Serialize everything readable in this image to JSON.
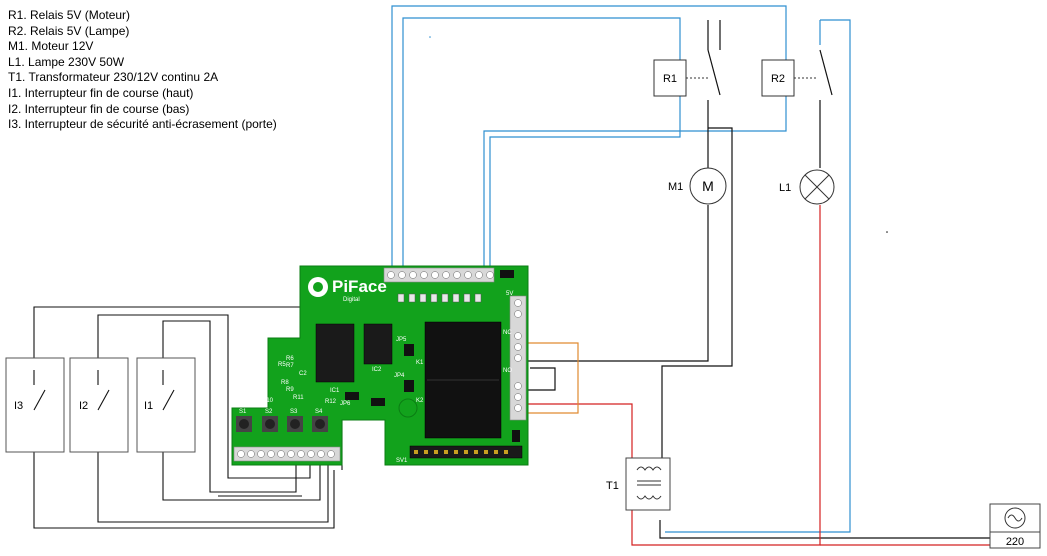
{
  "legend": [
    "R1. Relais 5V (Moteur)",
    "R2. Relais 5V (Lampe)",
    "M1. Moteur 12V",
    "L1. Lampe 230V 50W",
    "T1. Transformateur 230/12V continu 2A",
    "I1. Interrupteur fin de course (haut)",
    "I2. Interrupteur fin de course (bas)",
    "I3. Interrupteur de sécurité anti-écrasement (porte)"
  ],
  "labels": {
    "r1": "R1",
    "r2": "R2",
    "m1": "M1",
    "m_symbol": "M",
    "l1": "L1",
    "t1": "T1",
    "i1": "I1",
    "i2": "I2",
    "i3": "I3",
    "supply": "220"
  },
  "board": {
    "brand": "PiFace",
    "sub": "Digital",
    "s_labels": [
      "S1",
      "S2",
      "S3",
      "S4"
    ],
    "ic_labels": [
      "IC1",
      "IC2"
    ],
    "silk": [
      "R5",
      "R6",
      "R7",
      "R8",
      "R9",
      "R10",
      "R11",
      "R12",
      "C2",
      "SV1",
      "JP4",
      "JP5",
      "JP6",
      "K1",
      "K2",
      "NO",
      "NC",
      "5V"
    ]
  },
  "colors": {
    "board": "#12a21c",
    "board_dark": "#0b7d13",
    "wire_blue": "#2f8fd0",
    "wire_red": "#d42020",
    "wire_orange": "#e08a30",
    "wire_black": "#111111"
  }
}
